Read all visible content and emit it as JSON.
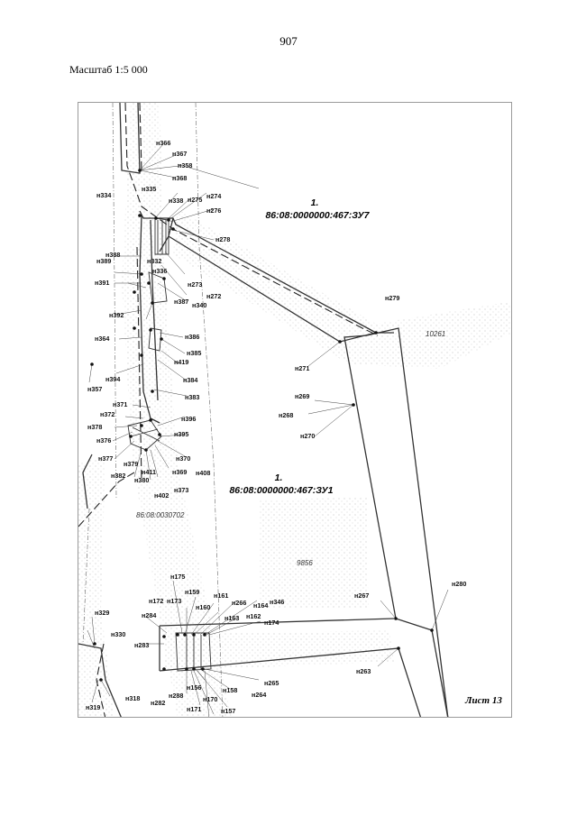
{
  "header": {
    "page_number": "907",
    "scale_label": "Масштаб 1:5 000"
  },
  "footer": {
    "sheet_label": "Лист 13"
  },
  "colors": {
    "boundary": "#333333",
    "hatch": "#9c9c9c",
    "dashed": "#222222"
  },
  "map": {
    "parcels": [
      {
        "number": "1.",
        "cadastral": "86:08:0000000:467:ЗУ7"
      },
      {
        "number": "1.",
        "cadastral": "86:08:0000000:467:ЗУ1"
      }
    ],
    "quarter_label": "86:08:0030702",
    "plot_labels": [
      "10261",
      "9856"
    ],
    "points": [
      "н366",
      "н367",
      "н358",
      "н368",
      "н335",
      "н334",
      "н338",
      "н275",
      "н274",
      "н276",
      "н278",
      "н388",
      "н389",
      "н332",
      "н336",
      "н273",
      "н391",
      "н387",
      "н340",
      "н272",
      "н279",
      "н392",
      "н386",
      "н385",
      "н364",
      "н419",
      "н271",
      "н384",
      "н394",
      "н357",
      "н383",
      "н371",
      "н269",
      "н372",
      "н268",
      "н396",
      "н378",
      "н376",
      "н395",
      "н270",
      "н377",
      "н379",
      "н370",
      "н411",
      "н369",
      "н382",
      "н380",
      "н408",
      "н402",
      "н373",
      "н175",
      "н159",
      "н161",
      "н172",
      "н173",
      "н266",
      "н164",
      "н346",
      "н160",
      "н284",
      "н163",
      "н162",
      "н174",
      "н267",
      "н280",
      "н329",
      "н330",
      "н283",
      "н265",
      "н263",
      "н156",
      "н158",
      "н264",
      "н288",
      "н170",
      "н318",
      "н282",
      "н319",
      "н171",
      "н157"
    ]
  }
}
